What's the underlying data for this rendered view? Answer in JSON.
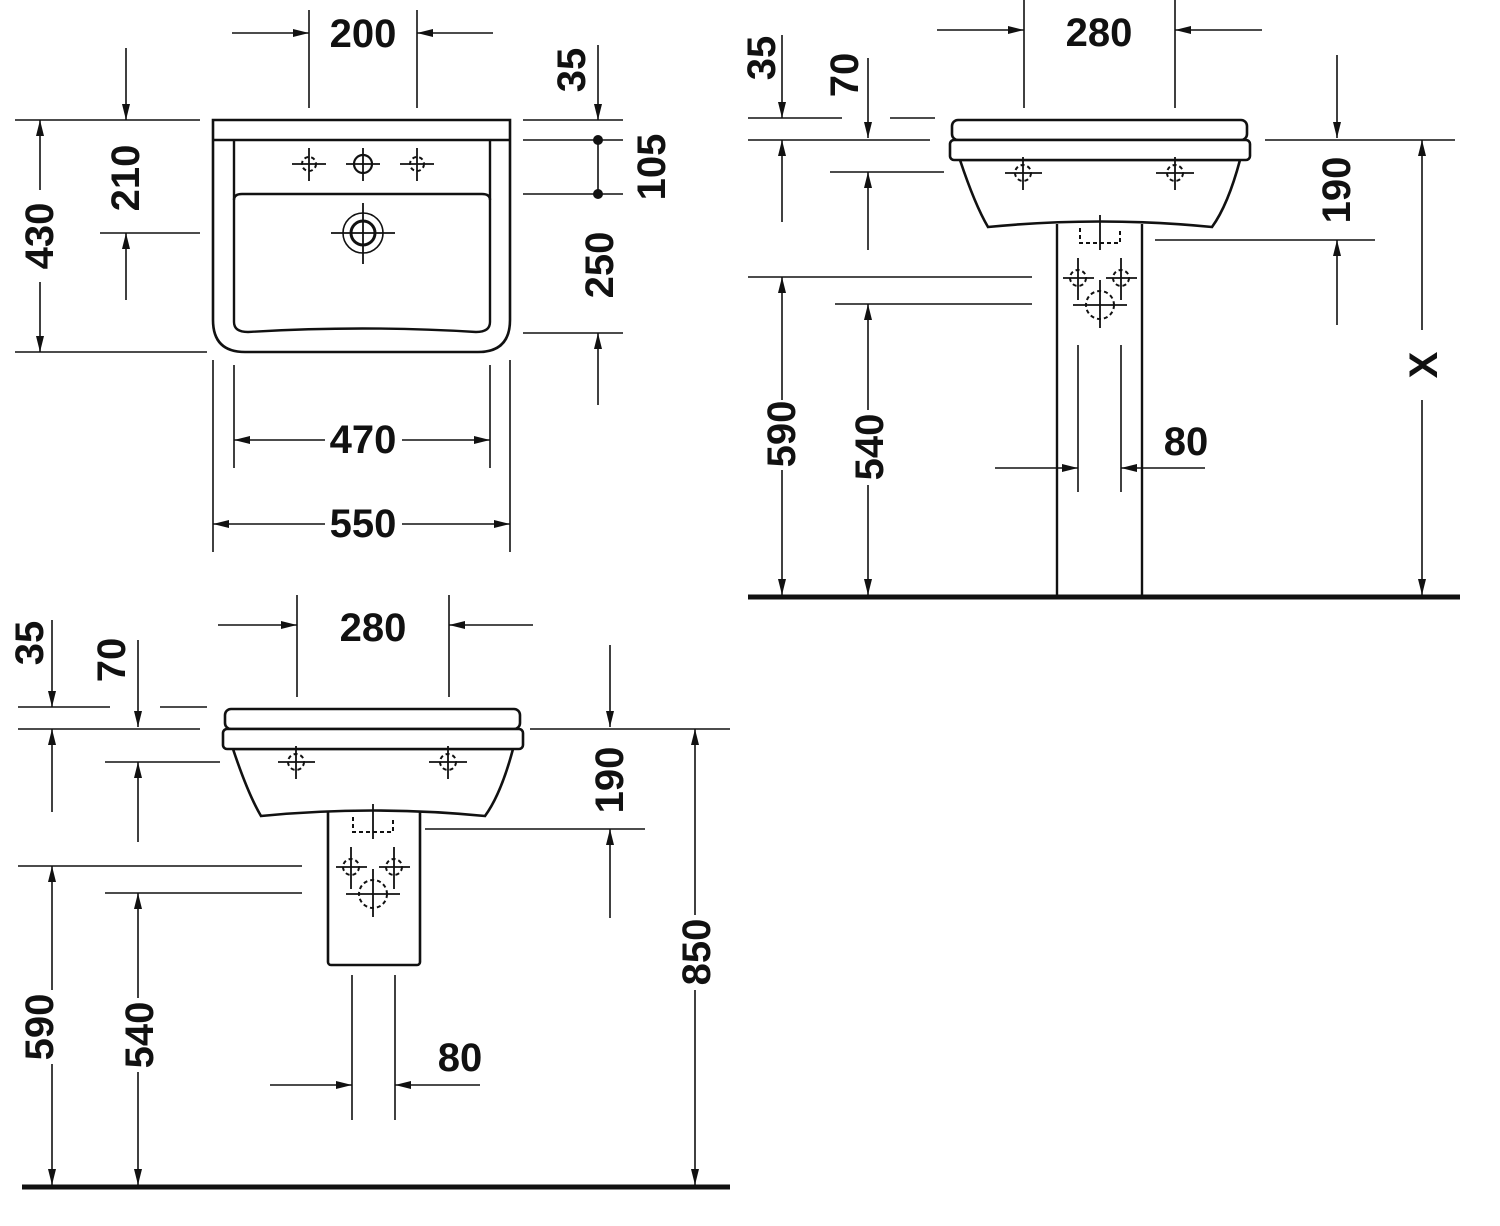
{
  "plan_view": {
    "dims": {
      "tap_spacing": "200",
      "rim_depth": "35",
      "tap_to_waste": "105",
      "waste_to_front": "250",
      "depth": "430",
      "wall_to_waste": "210",
      "bowl_width": "470",
      "overall_width": "550"
    }
  },
  "pedestal_view": {
    "dims": {
      "bracket_spacing": "280",
      "rim": "35",
      "overflow": "70",
      "basin_height": "190",
      "height_x": "X",
      "supply_height": "590",
      "waste_height": "540",
      "pedestal_width": "80"
    }
  },
  "semi_pedestal_view": {
    "dims": {
      "bracket_spacing": "280",
      "rim": "35",
      "overflow": "70",
      "basin_height": "190",
      "mount_height": "850",
      "supply_height": "590",
      "waste_height": "540",
      "pipe_width": "80"
    }
  }
}
